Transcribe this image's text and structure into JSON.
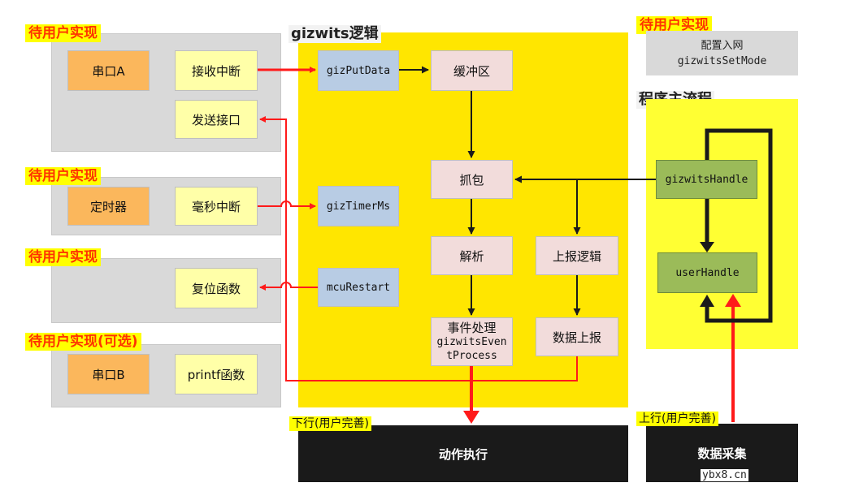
{
  "labels": {
    "user_impl_1": "待用户实现",
    "user_impl_2": "待用户实现",
    "user_impl_3": "待用户实现",
    "user_impl_4": "待用户实现(可选)",
    "user_impl_right": "待用户实现",
    "gizwits_logic": "gizwits逻辑",
    "main_flow": "程序主流程",
    "down_flow": "下行(用户完善)",
    "up_flow": "上行(用户完善)",
    "watermark": "ybx8.cn"
  },
  "user_boxes": {
    "uart_a": "串口A",
    "rx_interrupt": "接收中断",
    "send_interface": "发送接口",
    "timer": "定时器",
    "ms_interrupt": "毫秒中断",
    "reset_func": "复位函数",
    "uart_b": "串口B",
    "printf_func": "printf函数"
  },
  "logic_boxes": {
    "giz_put_data": "gizPutData",
    "buffer": "缓冲区",
    "giz_timer_ms": "gizTimerMs",
    "capture": "抓包",
    "parse": "解析",
    "report_logic": "上报逻辑",
    "mcu_restart": "mcuRestart",
    "event_process_line1": "事件处理",
    "event_process_line2": "gizwitsEven",
    "event_process_line3": "tProcess",
    "data_report": "数据上报"
  },
  "config": {
    "line1": "配置入网",
    "line2": "gizwitsSetMode"
  },
  "main_flow_boxes": {
    "gizwits_handle": "gizwitsHandle",
    "user_handle": "userHandle"
  },
  "bottom": {
    "action_exec": "动作执行",
    "data_collect": "数据采集"
  },
  "colors": {
    "red_arrow": "#ff1a1a",
    "black_arrow": "#1a1a1a",
    "gizwits_panel": "#ffe600",
    "main_panel": "#ffff33"
  }
}
